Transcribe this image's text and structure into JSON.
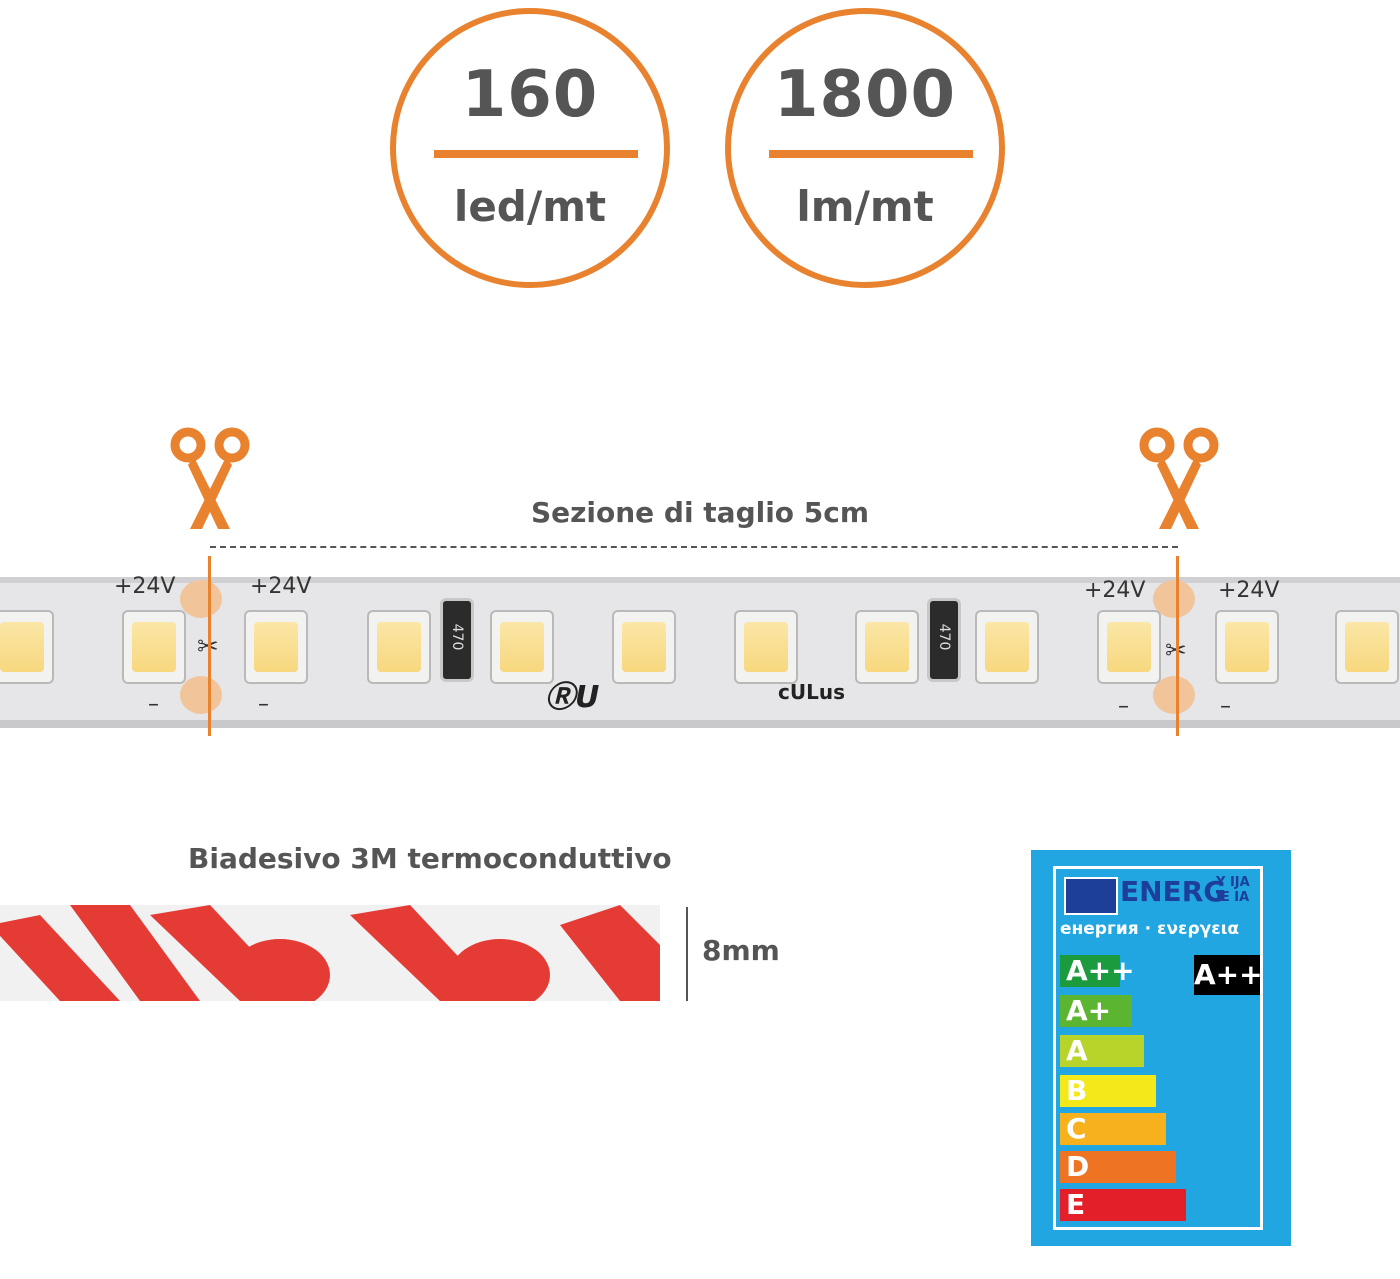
{
  "badges": [
    {
      "value": "160",
      "unit": "led/mt"
    },
    {
      "value": "1800",
      "unit": "lm/mt"
    }
  ],
  "cut_section_label": "Sezione di taglio 5cm",
  "strip": {
    "voltage_label": "+24V",
    "minus_label": "–",
    "resistor_code": "470",
    "cert_ur": "ⓇU",
    "cert_ul": "cULus"
  },
  "tape": {
    "title": "Biadesivo 3M termoconduttivo",
    "width_label": "8mm"
  },
  "energy_label": {
    "header": "ENERG",
    "header_small": "Y IJA IE IA",
    "subheader": "енергия · ενεργεια",
    "rating": "A++",
    "classes": [
      "A++",
      "A+",
      "A",
      "B",
      "C",
      "D",
      "E"
    ],
    "colors": [
      "#1b9a3e",
      "#5cb531",
      "#b8d42a",
      "#f3e81a",
      "#f6b11c",
      "#ee7322",
      "#e3202a"
    ]
  },
  "colors": {
    "accent": "#e8822f",
    "tape_red": "#e43b35",
    "energy_blue": "#21a6e2"
  }
}
